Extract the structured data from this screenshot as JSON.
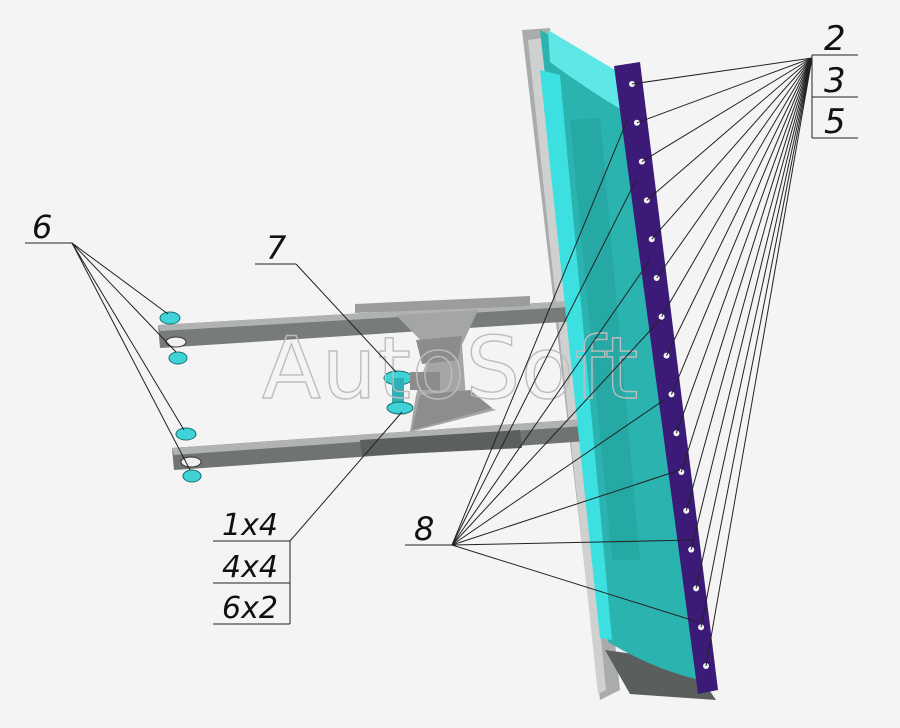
{
  "watermark": "AutoSoft",
  "callouts": {
    "c2": "2",
    "c3": "3",
    "c5": "5",
    "c6": "6",
    "c7": "7",
    "c8": "8",
    "q1": "1x4",
    "q2": "4x4",
    "q3": "6x2"
  },
  "colors": {
    "moldboard": "#2bb3b0",
    "moldboard_light": "#3de0e0",
    "cutting_edge": "#3c1a78",
    "frame": "#8e9290",
    "hardware": "#3fd3d8"
  }
}
